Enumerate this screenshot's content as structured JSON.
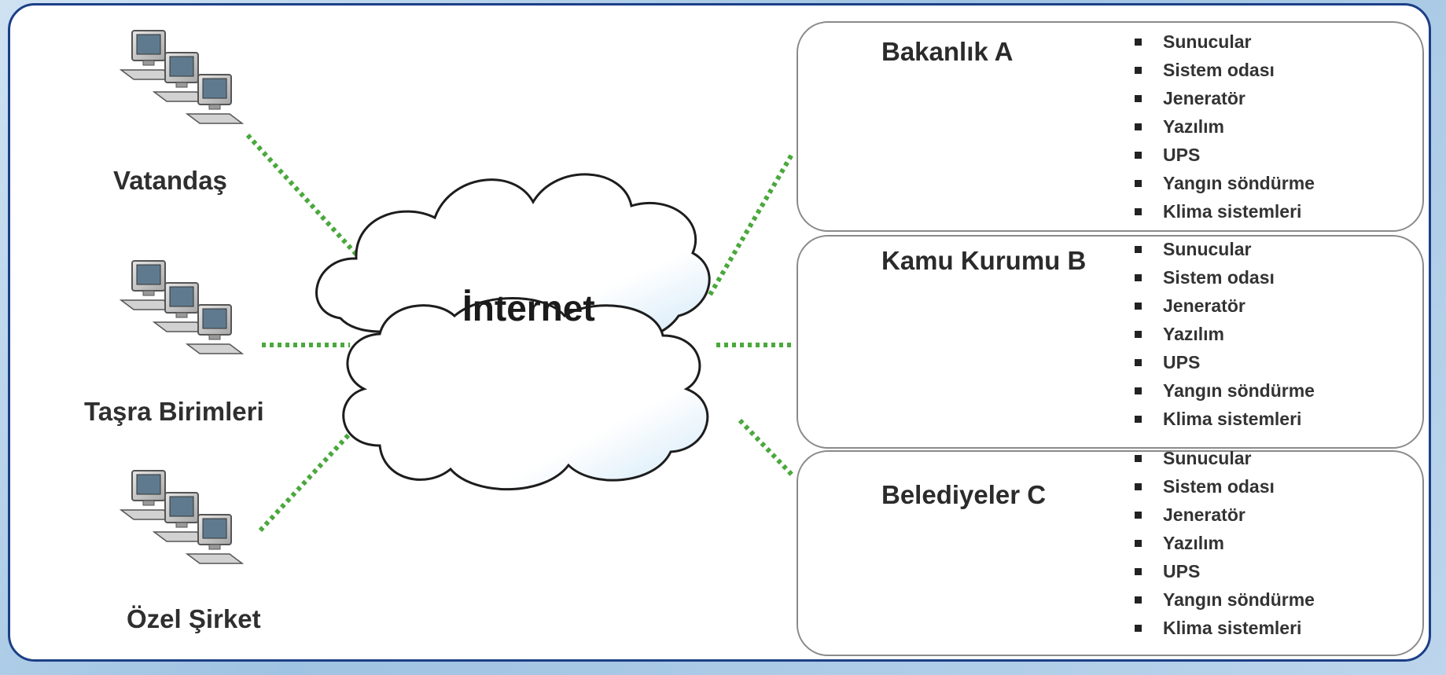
{
  "clients": [
    {
      "label": "Vatandaş"
    },
    {
      "label": "Taşra Birimleri"
    },
    {
      "label": "Özel Şirket"
    }
  ],
  "cloud": {
    "label": "İnternet"
  },
  "panels": [
    {
      "title": "Bakanlık A",
      "features": [
        "Sunucular",
        "Sistem odası",
        "Jeneratör",
        "Yazılım",
        "UPS",
        "Yangın söndürme",
        "Klima sistemleri"
      ]
    },
    {
      "title": "Kamu Kurumu B",
      "features": [
        "Sunucular",
        "Sistem odası",
        "Jeneratör",
        "Yazılım",
        "UPS",
        "Yangın söndürme",
        "Klima sistemleri"
      ]
    },
    {
      "title": "Belediyeler C",
      "features": [
        "Sunucular",
        "Sistem odası",
        "Jeneratör",
        "Yazılım",
        "UPS",
        "Yangın söndürme",
        "Klima sistemleri"
      ]
    }
  ],
  "colors": {
    "frame_border": "#1c3f87",
    "link_dotted": "#4aa83c",
    "device_blue": "#1e8fd8",
    "server_dark": "#2b2b2b"
  },
  "icons": {
    "client": "desktop-computers-icon",
    "router": "router-icon",
    "switch": "network-switch-icon",
    "server": "server-rack-icon"
  }
}
